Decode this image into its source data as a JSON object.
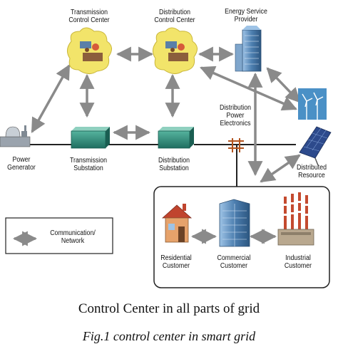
{
  "nodes": {
    "transmission_control": "Transmission\nControl Center",
    "distribution_control": "Distribution\nControl Center",
    "energy_service": "Energy Service\nProvider",
    "power_generator": "Power\nGenerator",
    "transmission_substation": "Transmission\nSubstation",
    "distribution_substation": "Distribution\nSubstation",
    "distribution_power_electronics": "Distribution\nPower\nElectronics",
    "distributed_resource": "Distributed\nResource",
    "residential_customer": "Residential\nCustomer",
    "commercial_customer": "Commercial\nCustomer",
    "industrial_customer": "Industrial\nCustomer"
  },
  "legend": {
    "communication_network": "Communication/\nNetwork"
  },
  "captions": {
    "main": "Control Center in all parts of grid",
    "figure": "Fig.1 control center in smart grid"
  },
  "colors": {
    "arrow": "#8a8a8a",
    "power_line": "#222222",
    "control_center_fill": "#f2e46a",
    "substation_fill": "#2f8f7e",
    "building_blue": "#5b8fbf"
  }
}
